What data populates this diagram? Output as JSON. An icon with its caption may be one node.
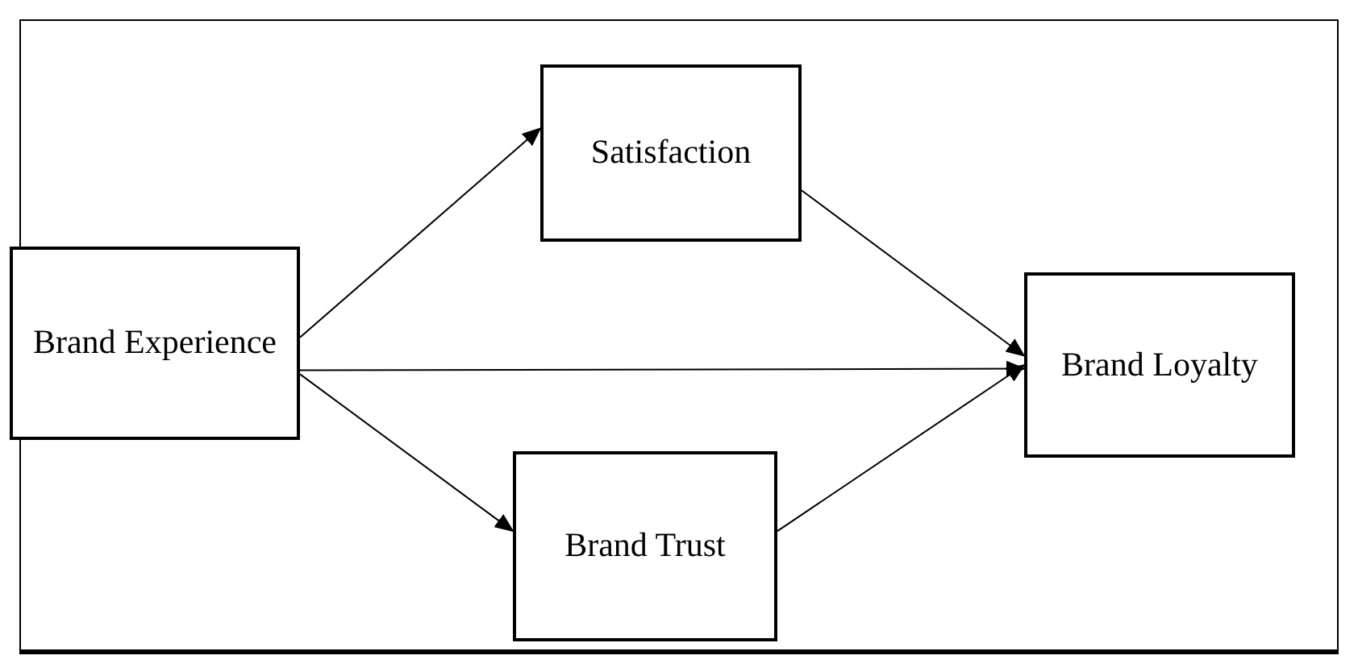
{
  "diagram": {
    "nodes": [
      {
        "text": [
          "Brand Experience"
        ]
      },
      {
        "text": [
          "Satisfaction"
        ]
      },
      {
        "text": [
          "Brand Trust"
        ]
      },
      {
        "text": [
          "Brand Loyalty"
        ]
      }
    ],
    "edges": [
      {
        "from": 0,
        "to": 1,
        "arrow": "to"
      },
      {
        "from": 0,
        "to": 3,
        "arrow": "to"
      },
      {
        "from": 0,
        "to": 2,
        "arrow": "to"
      },
      {
        "from": 1,
        "to": 3,
        "arrow": "to"
      },
      {
        "from": 2,
        "to": 3,
        "arrow": "to"
      }
    ]
  }
}
